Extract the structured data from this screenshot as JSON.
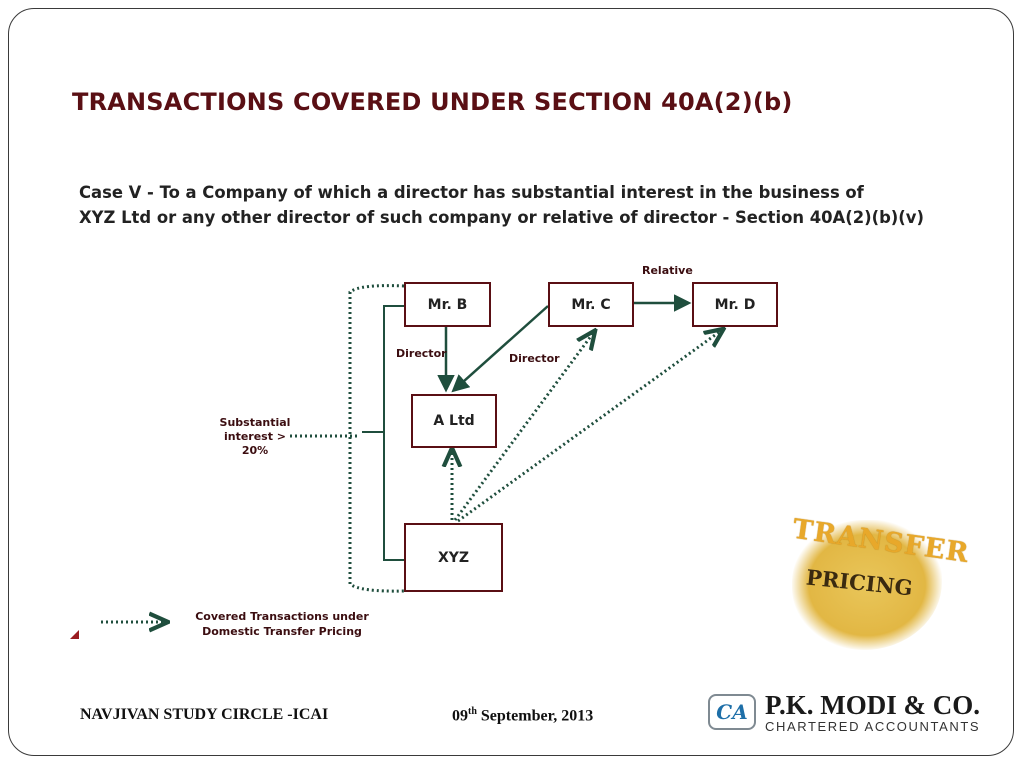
{
  "slide": {
    "title": "TRANSACTIONS COVERED UNDER SECTION 40A(2)(b)",
    "case_line1": "Case V - To a Company of which a director has substantial interest in the business of",
    "case_line2": "XYZ Ltd or any other director of such company or relative of director - Section 40A(2)(b)(v)"
  },
  "diagram": {
    "boxes": {
      "mr_b": "Mr. B",
      "mr_c": "Mr. C",
      "mr_d": "Mr. D",
      "a_ltd": "A Ltd",
      "xyz": "XYZ"
    },
    "labels": {
      "relative": "Relative",
      "director_b": "Director",
      "director_c": "Director",
      "substantial_line1": "Substantial",
      "substantial_line2": "interest >",
      "substantial_line3": "20%"
    },
    "legend": {
      "line1": "Covered Transactions under",
      "line2": "Domestic Transfer Pricing"
    },
    "colors": {
      "solid_arrow": "#1f4e3d",
      "dotted_arrow": "#1f4e3d",
      "box_border": "#5a0f14"
    }
  },
  "footer": {
    "left": "NAVJIVAN STUDY CIRCLE -ICAI",
    "date_day": "09",
    "date_suffix": "th",
    "date_rest": " September, 2013",
    "firm_logo": "CA",
    "firm_name": "P.K. MODI & CO.",
    "firm_sub": "CHARTERED ACCOUNTANTS"
  },
  "decoration": {
    "word1": "TRANSFER",
    "word2": "PRICING"
  }
}
